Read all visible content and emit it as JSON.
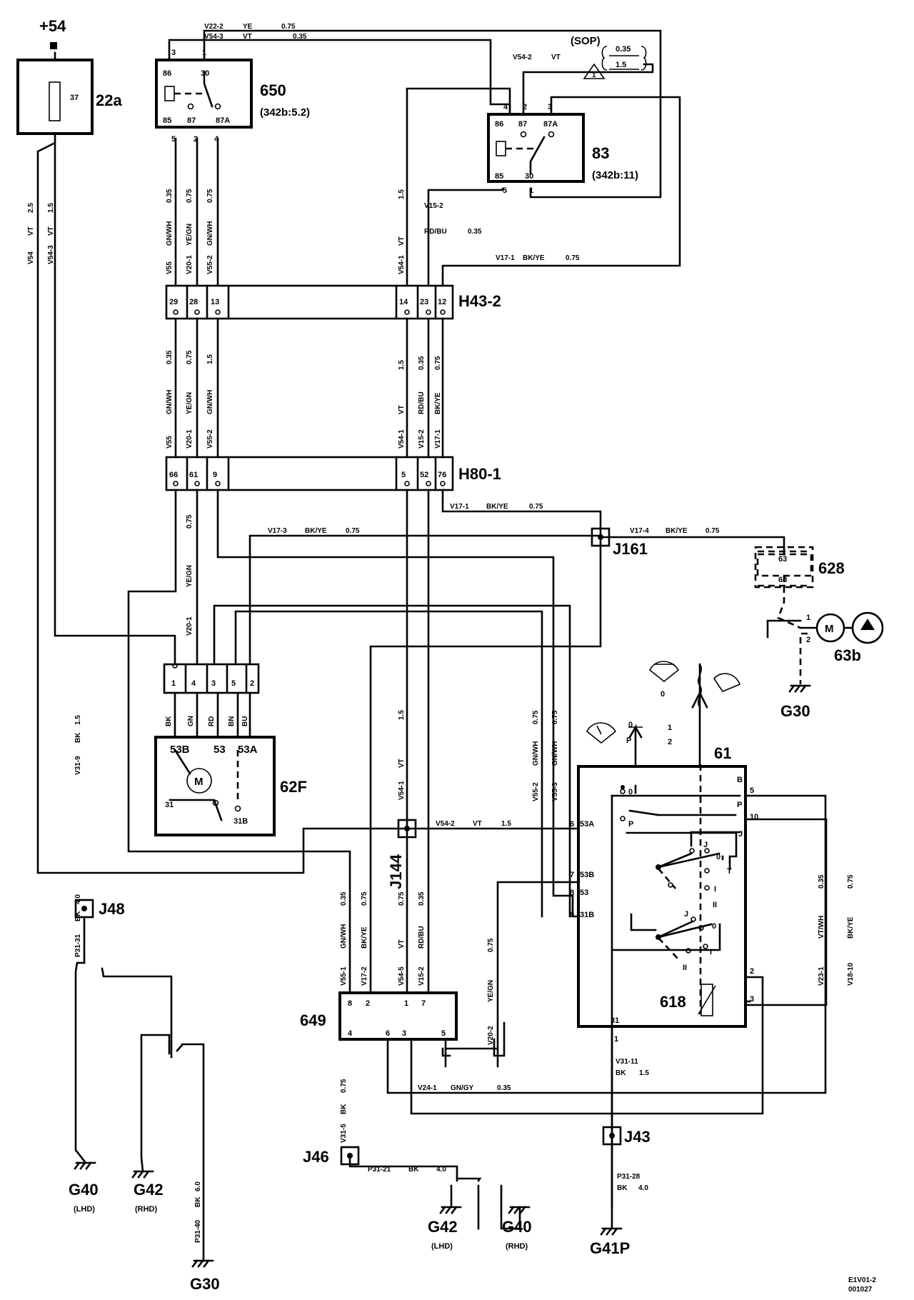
{
  "diagram_id": "E1V01-2",
  "diagram_date": "001027",
  "supply": {
    "label": "+54"
  },
  "components": {
    "fuse": {
      "id": "22a",
      "value": "37"
    },
    "relay650": {
      "id": "650",
      "ref": "(342b:5.2)",
      "pins": [
        "3",
        "1",
        "86",
        "30",
        "85",
        "87",
        "87A",
        "5",
        "2",
        "4"
      ]
    },
    "relay83": {
      "id": "83",
      "ref": "(342b:11)",
      "pins": [
        "4",
        "2",
        "3",
        "86",
        "87",
        "87A",
        "85",
        "30",
        "5",
        "1"
      ]
    },
    "sop": {
      "label": "(SOP)",
      "opt1": "0.35",
      "opt2": "1.5",
      "note": "1"
    },
    "connH43": {
      "id": "H43-2",
      "pins": [
        "29",
        "28",
        "13",
        "14",
        "23",
        "12"
      ]
    },
    "connH80": {
      "id": "H80-1",
      "pins": [
        "66",
        "61",
        "9",
        "5",
        "52",
        "76"
      ]
    },
    "motor62F": {
      "id": "62F",
      "pins": [
        "1",
        "4",
        "3",
        "5",
        "2"
      ],
      "wires": [
        "BK",
        "GN",
        "RD",
        "BN",
        "BU"
      ],
      "terms": [
        "53B",
        "53",
        "53A",
        "31",
        "31B"
      ],
      "motor": "M"
    },
    "connector628": {
      "id": "628",
      "pins": [
        "63",
        "68"
      ]
    },
    "pump63b": {
      "id": "63b",
      "motor": "M",
      "pins": [
        "1",
        "2"
      ]
    },
    "switch61": {
      "id": "61",
      "ext_pins": [
        "5",
        "10",
        "6",
        "7",
        "8",
        "9",
        "2",
        "3",
        "1",
        "31"
      ],
      "ext_terms": [
        "53A",
        "53B",
        "53",
        "31B"
      ],
      "int_labels": [
        "B",
        "P",
        "J",
        "0",
        "P",
        "J",
        "0",
        "T",
        "I",
        "II",
        "J",
        "0",
        "I",
        "II"
      ],
      "icon_labels": [
        "0",
        "P",
        "0",
        "1",
        "2"
      ]
    },
    "sensor618": {
      "id": "618"
    },
    "module649": {
      "id": "649",
      "pins": [
        "8",
        "2",
        "1",
        "7",
        "4",
        "6",
        "3",
        "5"
      ]
    },
    "junctions": [
      "J161",
      "J144",
      "J48",
      "J46",
      "J43"
    ],
    "grounds": [
      {
        "id": "G30"
      },
      {
        "id": "G40",
        "note": "(LHD)"
      },
      {
        "id": "G42",
        "note": "(RHD)"
      },
      {
        "id": "G30"
      },
      {
        "id": "G42",
        "note": "(LHD)"
      },
      {
        "id": "G40",
        "note": "(RHD)"
      },
      {
        "id": "G41P"
      }
    ]
  },
  "wires": {
    "w01": "V22-2",
    "w02": "YE",
    "w03": "0.75",
    "w04": "V54-3",
    "w05": "VT",
    "w06": "0.35",
    "w07": "V54-2",
    "w08": "VT",
    "w09": "V54",
    "w10": "VT",
    "w11": "2.5",
    "w12": "V54-3",
    "w13": "VT",
    "w14": "1.5",
    "w15": "V55",
    "w16": "GN/WH",
    "w17": "0.35",
    "w18": "V20-1",
    "w19": "YE/GN",
    "w20": "0.75",
    "w21": "V55-2",
    "w22": "GN/WH",
    "w23": "0.75",
    "w24": "V54-1",
    "w25": "VT",
    "w26": "1.5",
    "w27": "V15-2",
    "w28": "RD/BU",
    "w29": "0.35",
    "w30": "V17-1",
    "w31": "BK/YE",
    "w32": "0.75",
    "w33": "V55",
    "w34": "GN/WH",
    "w35": "0.35",
    "w36": "V20-1",
    "w37": "YE/GN",
    "w38": "0.75",
    "w39": "V55-2",
    "w40": "GN/WH",
    "w41": "1.5",
    "w42": "V54-1",
    "w43": "VT",
    "w44": "1.5",
    "w45": "V15-2",
    "w46": "RD/BU",
    "w47": "0.35",
    "w48": "V17-1",
    "w49": "BK/YE",
    "w50": "0.75",
    "w51": "V17-1",
    "w52": "BK/YE",
    "w53": "0.75",
    "w54": "V17-3",
    "w55": "BK/YE",
    "w56": "0.75",
    "w57": "V17-4",
    "w58": "BK/YE",
    "w59": "0.75",
    "w60": "V20-1",
    "w61": "YE/GN",
    "w62": "0.75",
    "w63": "V31-9",
    "w64": "BK",
    "w65": "1.5",
    "w66": "V54-1",
    "w67": "VT",
    "w68": "1.5",
    "w69": "V55-2",
    "w70": "GN/WH",
    "w71": "0.75",
    "w72": "V55-3",
    "w73": "GN/WH",
    "w74": "0.75",
    "w75": "V54-2",
    "w76": "VT",
    "w77": "1.5",
    "w78": "V55-1",
    "w79": "GN/WH",
    "w80": "0.35",
    "w81": "V17-2",
    "w82": "BK/YE",
    "w83": "0.75",
    "w84": "V54-5",
    "w85": "VT",
    "w86": "0.75",
    "w87": "V15-2",
    "w88": "RD/BU",
    "w89": "0.35",
    "w90": "V20-2",
    "w91": "YE/GN",
    "w92": "0.75",
    "w93": "V23-1",
    "w94": "VT/WH",
    "w95": "0.35",
    "w96": "V18-10",
    "w97": "BK/YE",
    "w98": "0.75",
    "w99": "V31-11",
    "w100": "BK",
    "w101": "1.5",
    "w102": "V24-1",
    "w103": "GN/GY",
    "w104": "0.35",
    "w105": "P31-31",
    "w106": "BK",
    "w107": "4.0",
    "w108": "V31-5",
    "w109": "BK",
    "w110": "0.75",
    "w111": "P31-21",
    "w112": "BK",
    "w113": "4.0",
    "w114": "P31-40",
    "w115": "BK",
    "w116": "6.0",
    "w117": "P31-28",
    "w118": "BK",
    "w119": "4.0"
  }
}
